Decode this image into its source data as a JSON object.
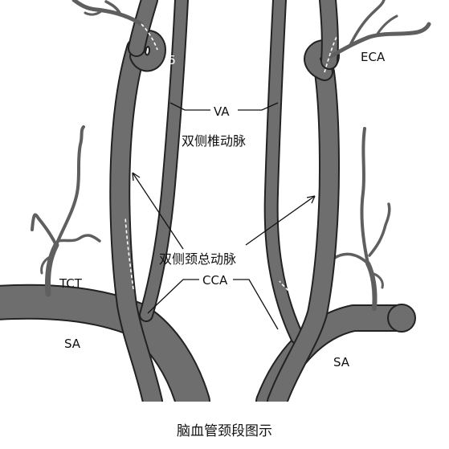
{
  "labels": {
    "eca": "ECA",
    "va": "VA",
    "va_cn": "双侧椎动脉",
    "cca_cn": "双侧颈总动脉",
    "cca": "CCA",
    "tct": "TCT",
    "sa_left": "SA",
    "sa_right": "SA",
    "segment_mark": "I5"
  },
  "caption": "脑血管颈段图示",
  "colors": {
    "vessel_fill": "#6e6e6e",
    "vessel_edge": "#222222",
    "label_text": "#111111",
    "background": "#ffffff"
  }
}
